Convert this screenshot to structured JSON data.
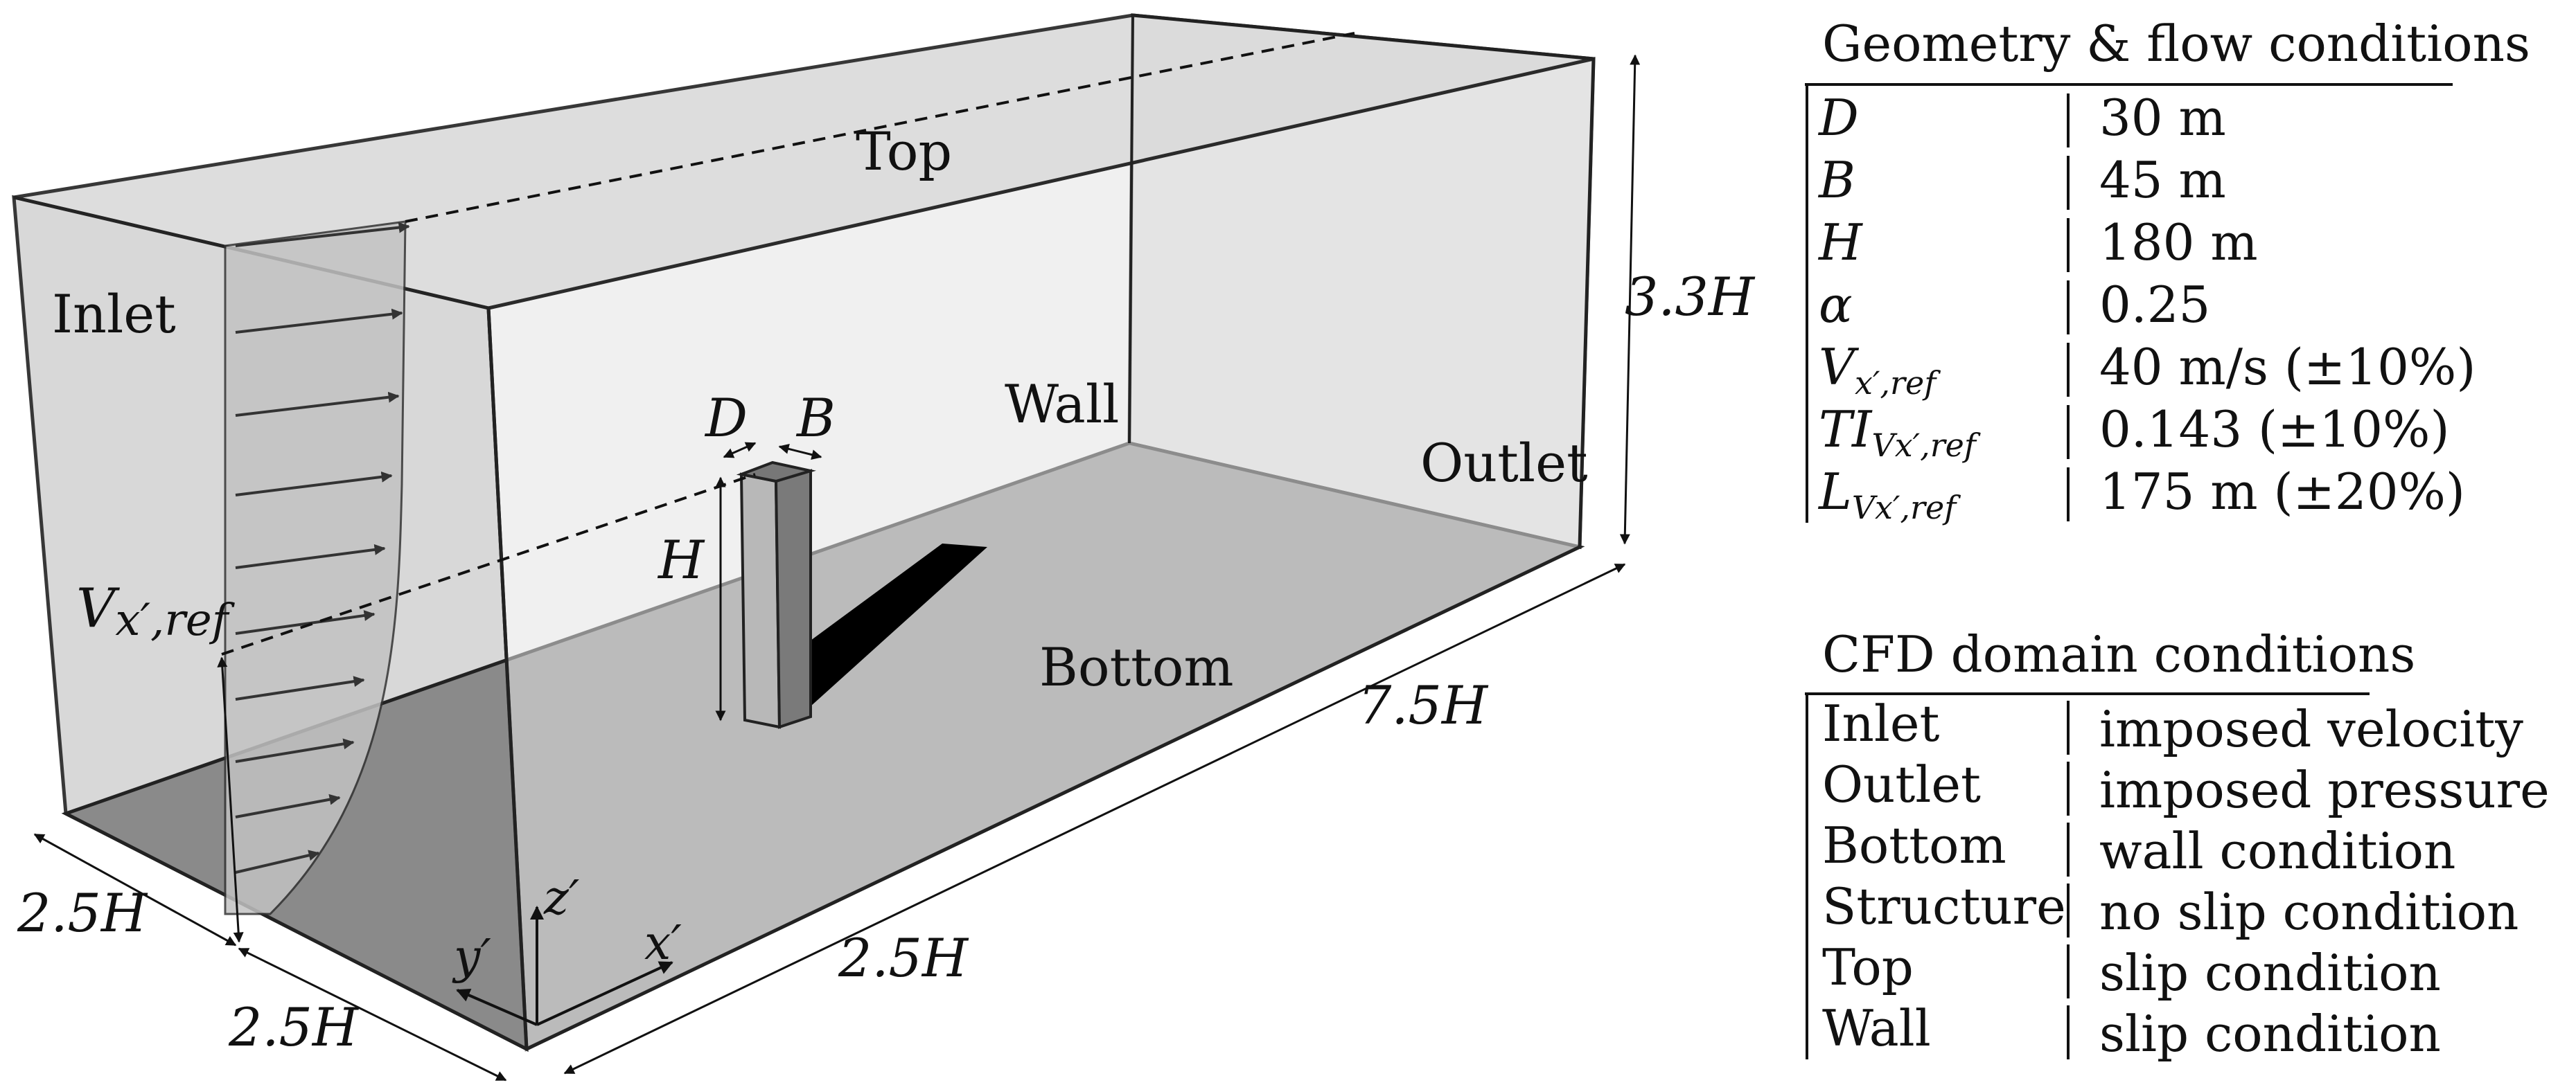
{
  "faces": {
    "top": "Top",
    "inlet": "Inlet",
    "wall": "Wall",
    "outlet": "Outlet",
    "bottom": "Bottom"
  },
  "dims": {
    "structure_d": "D",
    "structure_b": "B",
    "structure_h": "H",
    "domain_height": "3.3H",
    "domain_length": "7.5H",
    "width_front": "2.5H",
    "width_back": "2.5H",
    "upstream": "2.5H"
  },
  "velocity_label": {
    "base": "V",
    "sub": "x′,ref"
  },
  "axes": {
    "x": "x′",
    "y": "y′",
    "z": "z′"
  },
  "geometry_table": {
    "title": "Geometry & flow conditions",
    "rows": [
      {
        "sym": "D",
        "sub": "",
        "value": "30 m"
      },
      {
        "sym": "B",
        "sub": "",
        "value": "45 m"
      },
      {
        "sym": "H",
        "sub": "",
        "value": "180 m"
      },
      {
        "sym": "α",
        "sub": "",
        "value": "0.25"
      },
      {
        "sym": "V",
        "sub": "x′,ref",
        "value": "40 m/s (±10%)"
      },
      {
        "sym": "TI",
        "sub": "Vx′,ref",
        "value": "0.143 (±10%)"
      },
      {
        "sym": "L",
        "sub": "Vx′,ref",
        "value": "175 m (±20%)"
      }
    ]
  },
  "cfd_table": {
    "title": "CFD domain conditions",
    "rows": [
      {
        "name": "Inlet",
        "value": "imposed velocity"
      },
      {
        "name": "Outlet",
        "value": "imposed pressure"
      },
      {
        "name": "Bottom",
        "value": "wall condition"
      },
      {
        "name": "Structure",
        "value": "no slip condition"
      },
      {
        "name": "Top",
        "value": "slip condition"
      },
      {
        "name": "Wall",
        "value": "slip condition"
      }
    ]
  },
  "colors": {
    "floor": "#8a8a8a",
    "domain_fill": "#dcdcdc",
    "profile": "#c2c2c2",
    "shadow": "#000000"
  }
}
